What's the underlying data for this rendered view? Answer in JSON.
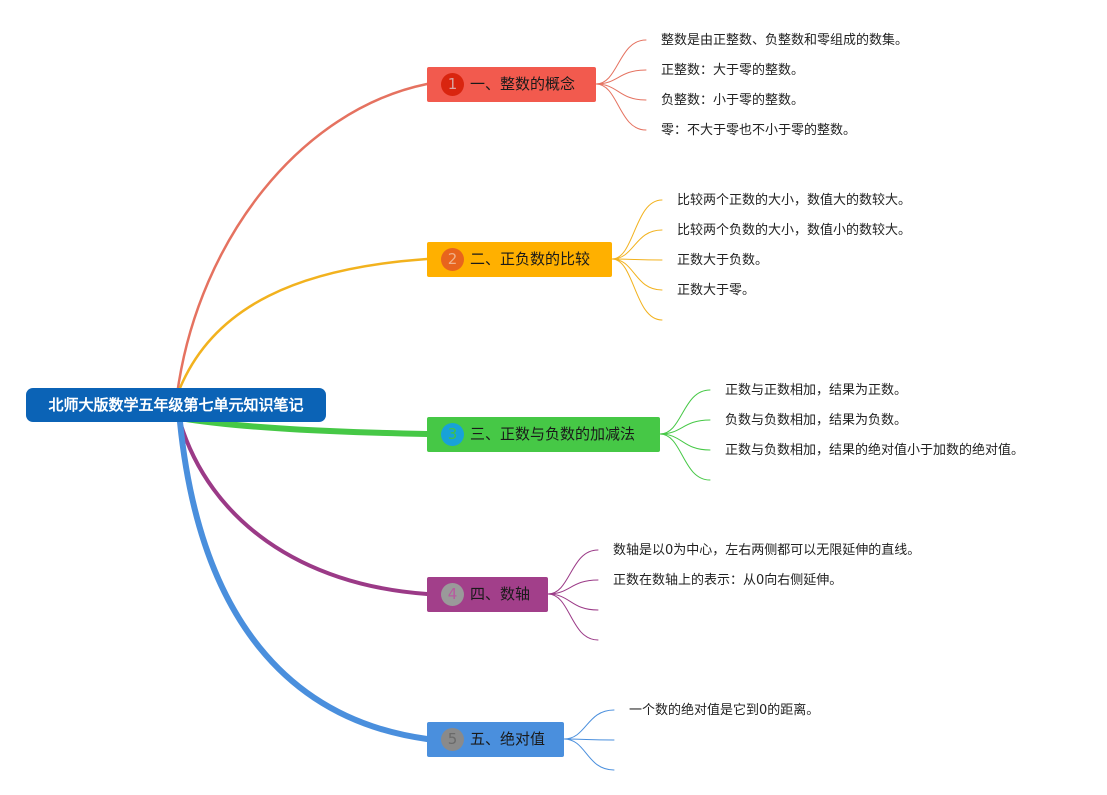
{
  "root": {
    "title": "北师大版数学五年级第七单元知识笔记"
  },
  "branches": [
    {
      "number": "1",
      "label": "一、整数的概念",
      "color": "#f25a4e",
      "badge_color": "#d9250f",
      "badge_text_color": "#d9a3a0",
      "line_color": "#e57260",
      "leaves": [
        "整数是由正整数、负整数和零组成的数集。",
        "正整数：大于零的整数。",
        "负整数：小于零的整数。",
        "零：不大于零也不小于零的整数。"
      ]
    },
    {
      "number": "2",
      "label": "二、正负数的比较",
      "color": "#ffb000",
      "badge_color": "#e8641d",
      "badge_text_color": "#f0b08a",
      "line_color": "#f2b21e",
      "leaves": [
        "比较两个正数的大小，数值大的数较大。",
        "比较两个负数的大小，数值小的数较大。",
        "正数大于负数。",
        "正数大于零。"
      ]
    },
    {
      "number": "3",
      "label": "三、正数与负数的加减法",
      "color": "#46c846",
      "badge_color": "#18a2d8",
      "badge_text_color": "#3fc14a",
      "line_color": "#46c846",
      "leaves": [
        "正数与正数相加，结果为正数。",
        "负数与负数相加，结果为负数。",
        "正数与负数相加，结果的绝对值小于加数的绝对值。"
      ]
    },
    {
      "number": "4",
      "label": "四、数轴",
      "color": "#a23f8a",
      "badge_color": "#9a9a9a",
      "badge_text_color": "#b85aa0",
      "line_color": "#9b3a87",
      "leaves": [
        "数轴是以0为中心，左右两侧都可以无限延伸的直线。",
        "正数在数轴上的表示：从0向右侧延伸。"
      ]
    },
    {
      "number": "5",
      "label": "五、绝对值",
      "color": "#4a8fdd",
      "badge_color": "#8a8a8a",
      "badge_text_color": "#6a6a6a",
      "line_color": "#4a8fdd",
      "leaves": [
        "一个数的绝对值是它到0的距离。"
      ]
    }
  ]
}
